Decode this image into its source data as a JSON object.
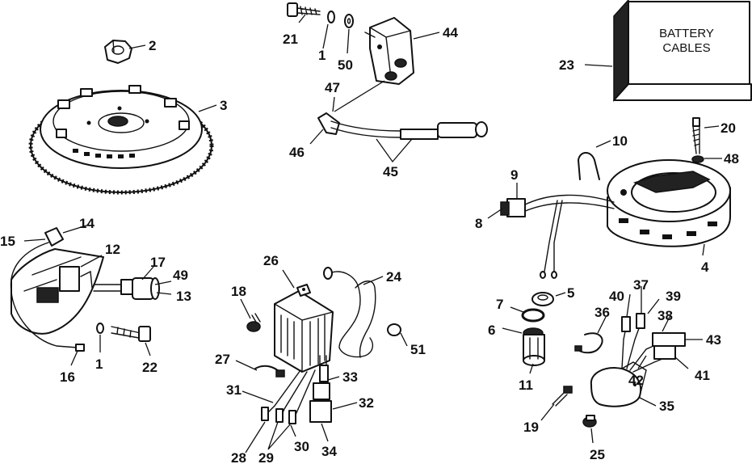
{
  "battery_box": {
    "line1": "BATTERY",
    "line2": "CABLES"
  },
  "callouts": {
    "c1": "1",
    "c1b": "1",
    "c2": "2",
    "c3": "3",
    "c4": "4",
    "c5": "5",
    "c6": "6",
    "c7": "7",
    "c8": "8",
    "c9": "9",
    "c10": "10",
    "c11": "11",
    "c12": "12",
    "c13": "13",
    "c14": "14",
    "c15": "15",
    "c16": "16",
    "c17": "17",
    "c18": "18",
    "c19": "19",
    "c20": "20",
    "c21": "21",
    "c22": "22",
    "c23": "23",
    "c24": "24",
    "c25": "25",
    "c26": "26",
    "c27": "27",
    "c28": "28",
    "c29": "29",
    "c30": "30",
    "c31": "31",
    "c32": "32",
    "c33": "33",
    "c34": "34",
    "c35": "35",
    "c36": "36",
    "c37": "37",
    "c38": "38",
    "c39": "39",
    "c40": "40",
    "c41": "41",
    "c42": "42",
    "c43": "43",
    "c44": "44",
    "c45": "45",
    "c46": "46",
    "c47": "47",
    "c48": "48",
    "c49": "49",
    "c50": "50",
    "c51": "51"
  }
}
